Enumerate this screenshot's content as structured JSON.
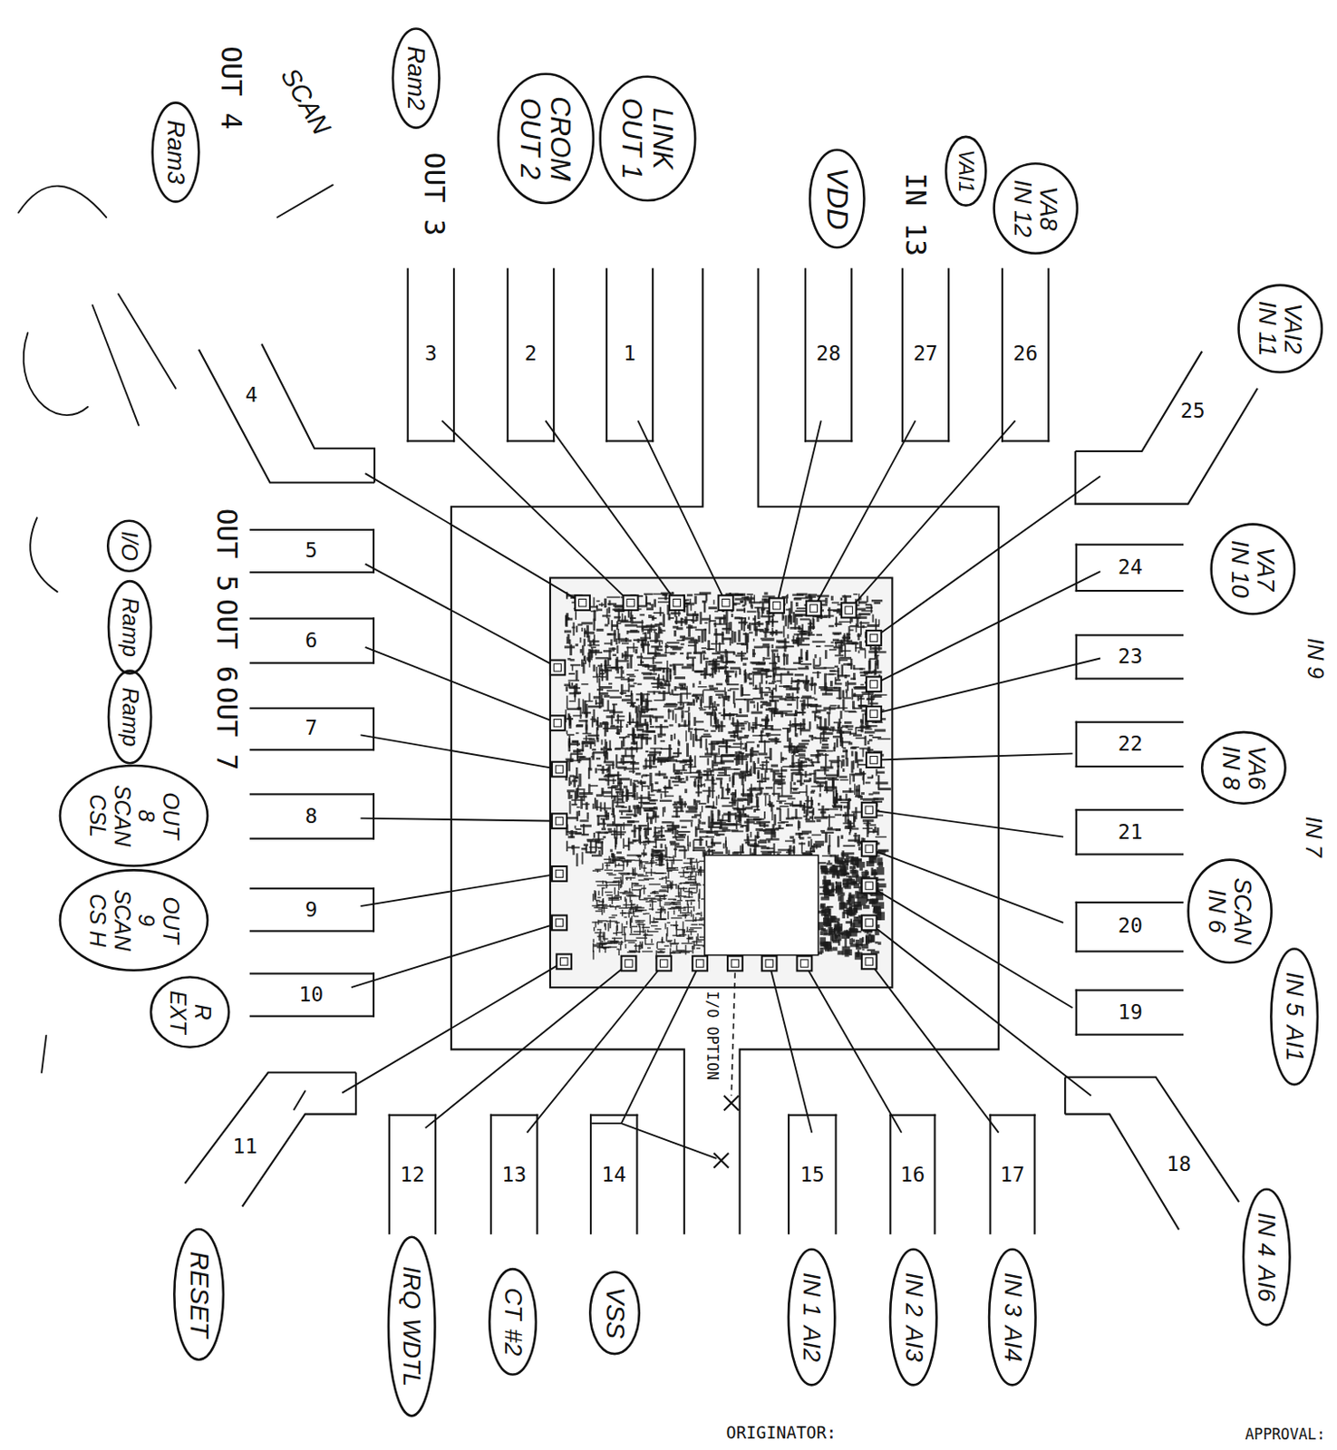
{
  "diagram": {
    "nodes": [
      {
        "text": [
          "1"
        ]
      },
      {
        "text": [
          "2"
        ]
      },
      {
        "text": [
          "3"
        ]
      },
      {
        "text": [
          "5"
        ]
      },
      {
        "text": [
          "6"
        ]
      },
      {
        "text": [
          "7"
        ]
      },
      {
        "text": [
          "8"
        ]
      },
      {
        "text": [
          "9"
        ]
      },
      {
        "text": [
          "10"
        ]
      },
      {
        "text": [
          "12"
        ]
      },
      {
        "text": [
          "13"
        ]
      },
      {
        "text": [
          "14"
        ]
      },
      {
        "text": [
          "15"
        ]
      },
      {
        "text": [
          "16"
        ]
      },
      {
        "text": [
          "17"
        ]
      },
      {
        "text": [
          "19"
        ]
      },
      {
        "text": [
          "20"
        ]
      },
      {
        "text": [
          "21"
        ]
      },
      {
        "text": [
          "22"
        ]
      },
      {
        "text": [
          "23"
        ]
      },
      {
        "text": [
          "24"
        ]
      },
      {
        "text": [
          "26"
        ]
      },
      {
        "text": [
          "27"
        ]
      },
      {
        "text": [
          "28"
        ]
      },
      {
        "text": [
          "Ram3"
        ]
      },
      {
        "text": [
          "Ram2"
        ]
      },
      {
        "text": [
          "CROM",
          "OUT 2"
        ]
      },
      {
        "text": [
          "LINK",
          "OUT 1"
        ]
      },
      {
        "text": [
          "VDD"
        ]
      },
      {
        "text": [
          "VAI1"
        ]
      },
      {
        "text": [
          "VA8",
          "IN 12"
        ]
      },
      {
        "text": [
          "VAI2",
          "IN 11"
        ]
      },
      {
        "text": [
          "VA7",
          "IN 10"
        ]
      },
      {
        "text": [
          "VA6",
          "IN 8"
        ]
      },
      {
        "text": [
          "SCAN",
          "IN 6"
        ]
      },
      {
        "text": [
          "IN 5",
          "AI1"
        ]
      },
      {
        "text": [
          "IN 4",
          "AI6"
        ]
      },
      {
        "text": [
          "IN 3",
          "AI4"
        ]
      },
      {
        "text": [
          "IN 2",
          "AI3"
        ]
      },
      {
        "text": [
          "IN 1",
          "AI2"
        ]
      },
      {
        "text": [
          "VSS"
        ]
      },
      {
        "text": [
          "CT",
          "#2"
        ]
      },
      {
        "text": [
          "IRQ",
          "WDTL"
        ]
      },
      {
        "text": [
          "RESET"
        ]
      },
      {
        "text": [
          "R",
          "EXT"
        ]
      },
      {
        "text": [
          "OUT 9",
          "SCAN CS H"
        ]
      },
      {
        "text": [
          "OUT 8",
          "SCAN CSL"
        ]
      },
      {
        "text": [
          "Ramp"
        ]
      },
      {
        "text": [
          "Ramp"
        ]
      },
      {
        "text": [
          "I/O"
        ]
      }
    ],
    "labels": [
      "SCAN",
      "OUT 4",
      "OUT 3",
      "IN 13",
      "4",
      "25",
      "IN 9",
      "IN 7",
      "OUT 5",
      "OUT 6",
      "OUT 7",
      "11",
      "18",
      "I/O OPTION",
      "ORIGINATOR:",
      "APPROVAL:"
    ]
  }
}
